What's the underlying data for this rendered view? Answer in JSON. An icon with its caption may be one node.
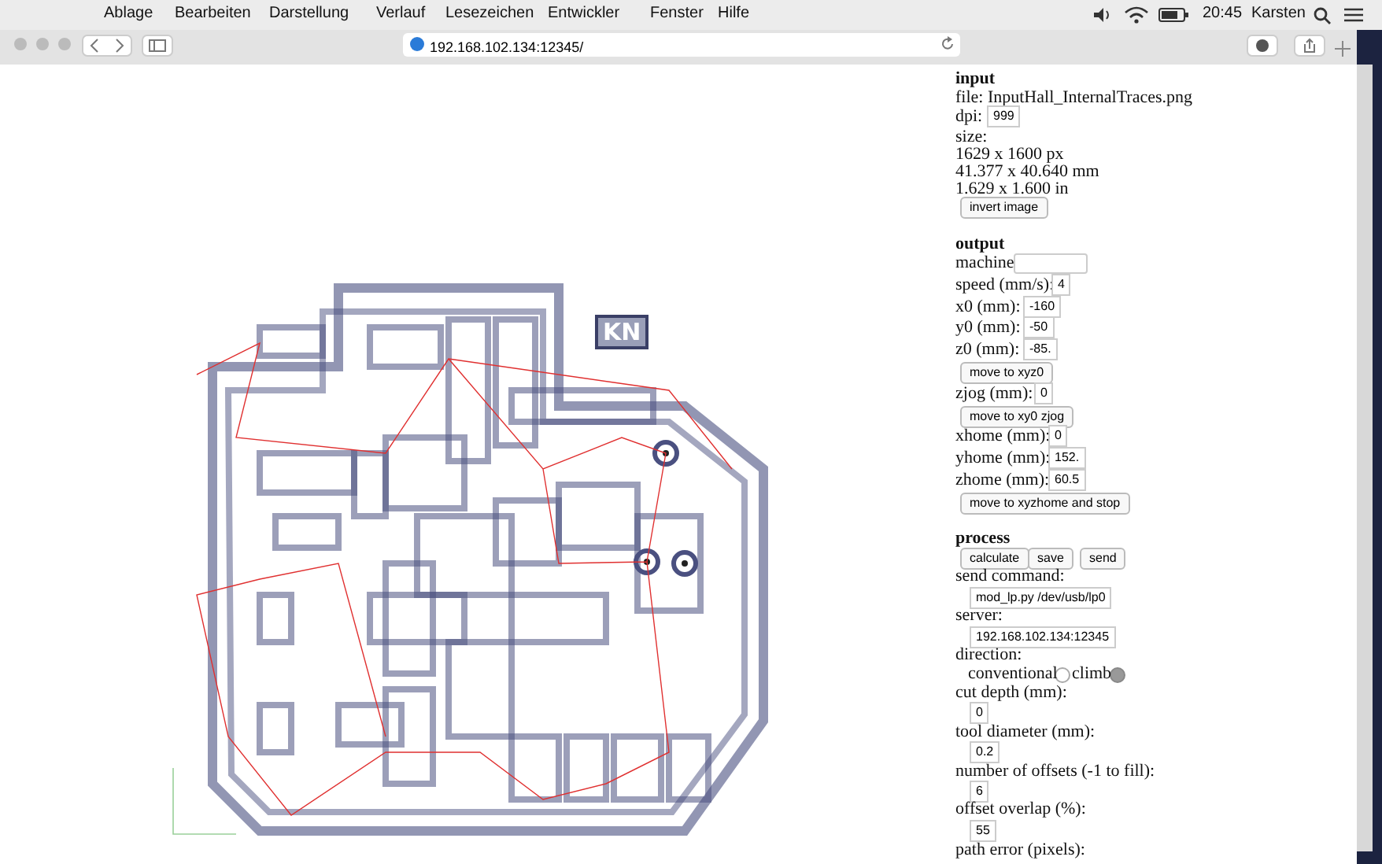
{
  "diagram": {
    "labels": [
      "Ablage",
      "Bearbeiten",
      "Darstellung",
      "Verlauf",
      "Lesezeichen",
      "Entwickler",
      "Fenster",
      "Hilfe",
      "20:45",
      "Karsten",
      "192.168.102.134:12345/",
      "input",
      "file: InputHall_InternalTraces.png",
      "dpi:",
      "999",
      "size:",
      "1629 x 1600 px",
      "41.377 x 40.640 mm",
      "1.629 x 1.600 in",
      "invert image",
      "output",
      "machine",
      "speed (mm/s):",
      "4",
      "x0 (mm):",
      "-160",
      "y0 (mm):",
      "-50",
      "z0 (mm):",
      "-85.",
      "move to xyz0",
      "zjog (mm):",
      "0",
      "move to xy0 zjog",
      "xhome (mm):",
      "0",
      "yhome (mm):",
      "152.",
      "zhome (mm):",
      "60.5",
      "move to xyzhome and stop",
      "process",
      "calculate",
      "save",
      "send",
      "send command:",
      "mod_lp.py /dev/usb/lp0",
      "server:",
      "192.168.102.134:12345",
      "direction:",
      "conventional",
      "climb",
      "cut depth (mm):",
      "0",
      "tool diameter (mm):",
      "0.2",
      "number of offsets (-1 to fill):",
      "6",
      "offset overlap (%):",
      "55",
      "path error (pixels):",
      "KN"
    ]
  }
}
